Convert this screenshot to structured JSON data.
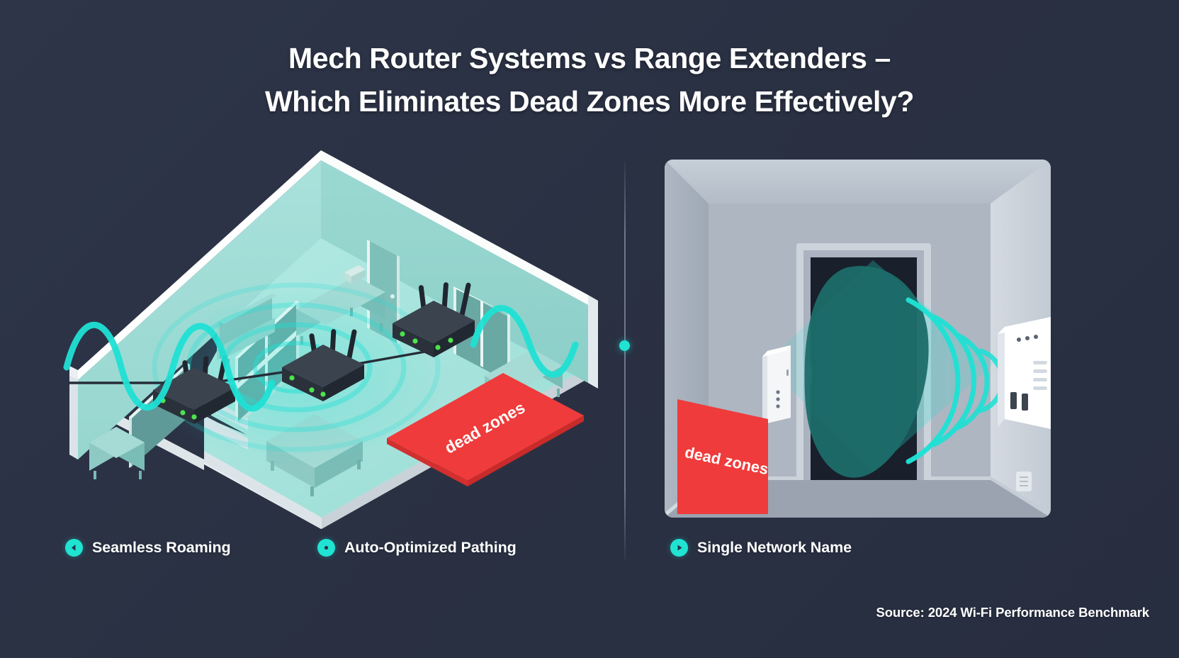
{
  "background_color": "#2b3246",
  "accent_color": "#20e3d2",
  "danger_color": "#ef3b3b",
  "title": {
    "line1": "Mech Router Systems vs Range Extenders –",
    "line2": "Which Eliminates Dead Zones More Effectively?"
  },
  "panels": {
    "left": {
      "name": "mesh-router-system-illustration",
      "dead_zone_label": "dead zones",
      "room_fill": "#a8e3dd",
      "wall_fill": "#eef2f4",
      "router_color": "#2e3440",
      "signal_color": "#1fe0d4",
      "device_count": 3
    },
    "right": {
      "name": "range-extender-illustration",
      "dead_zone_label": "dead zones",
      "room_fill": "#b6bec9",
      "door_fill": "#1d2330",
      "extender_color": "#ffffff",
      "signal_color": "#1fe0d4",
      "device_count": 2
    }
  },
  "legend": [
    {
      "label": "Seamless Roaming",
      "icon": "arrow-left-circle-icon"
    },
    {
      "label": "Auto-Optimized Pathing",
      "icon": "dot-circle-icon"
    },
    {
      "label": "Single Network Name",
      "icon": "play-circle-icon"
    }
  ],
  "source": "Source: 2024 Wi-Fi Performance Benchmark"
}
